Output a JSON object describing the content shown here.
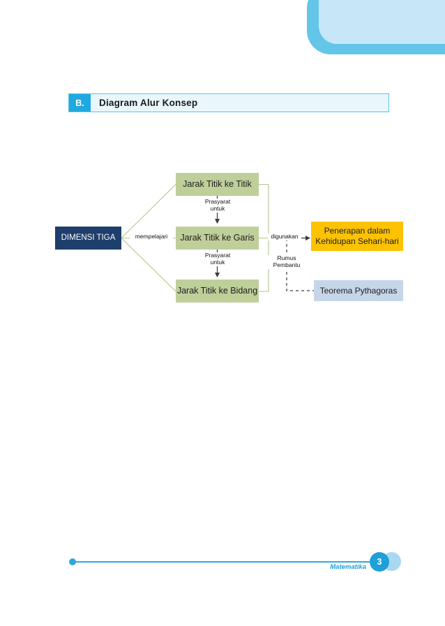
{
  "page": {
    "footer_label": "Matematika",
    "page_number": "3"
  },
  "section": {
    "letter": "B.",
    "title": "Diagram Alur Konsep"
  },
  "colors": {
    "accent_cyan": "#1FA9E0",
    "header_fill": "#E9F6FC",
    "header_border": "#5BC4E8",
    "deco_outer": "#63C6E9",
    "deco_inner": "#C7E7F8",
    "node_green": "#BFCF9A",
    "node_navy": "#1E3E6B",
    "node_orange": "#FDC302",
    "node_lightblue": "#C6D6E9",
    "connector_green": "#B5C48F",
    "connector_dark": "#333333",
    "footer_blue": "#2BA8DE",
    "footer_circle_back": "#A8D9F0"
  },
  "diagram": {
    "type": "flowchart",
    "title": "Diagram Alur Konsep",
    "nodes": [
      {
        "id": "dimensi",
        "label": "DIMENSI TIGA",
        "style": "navy"
      },
      {
        "id": "titik",
        "label": "Jarak Titik ke Titik",
        "style": "green"
      },
      {
        "id": "garis",
        "label": "Jarak Titik ke Garis",
        "style": "green"
      },
      {
        "id": "bidang",
        "label": "Jarak Titik ke Bidang",
        "style": "green"
      },
      {
        "id": "penerapan",
        "label": "Penerapan dalam Kehidupan Sehari-hari",
        "style": "orange"
      },
      {
        "id": "pythagoras",
        "label": "Teorema Pythagoras",
        "style": "lightblue"
      }
    ],
    "node_labels": {
      "dimensi": "DIMENSI TIGA",
      "titik": "Jarak Titik ke Titik",
      "garis": "Jarak Titik ke Garis",
      "bidang": "Jarak Titik ke Bidang",
      "penerapan_line1": "Penerapan dalam",
      "penerapan_line2": "Kehidupan Sehari-hari",
      "pythagoras": "Teorema Pythagoras"
    },
    "edges": [
      {
        "from": "dimensi",
        "to": "titik",
        "label": "mempelajari",
        "style": "solid-green"
      },
      {
        "from": "dimensi",
        "to": "garis",
        "label": "mempelajari",
        "style": "solid-green"
      },
      {
        "from": "dimensi",
        "to": "bidang",
        "label": "mempelajari",
        "style": "solid-green"
      },
      {
        "from": "titik",
        "to": "garis",
        "label": "Prasyarat untuk",
        "style": "arrow-down"
      },
      {
        "from": "garis",
        "to": "bidang",
        "label": "Prasyarat untuk",
        "style": "arrow-down"
      },
      {
        "from": "group",
        "to": "penerapan",
        "label": "digunakan",
        "style": "arrow-right"
      },
      {
        "from": "group",
        "to": "pythagoras",
        "label": "Rumus Pembantu",
        "style": "dashed"
      }
    ],
    "edge_labels": {
      "mempelajari": "mempelajari",
      "prasyarat_line1": "Prasyarat",
      "prasyarat_line2": "untuk",
      "digunakan": "digunakan",
      "rumus_line1": "Rumus",
      "rumus_line2": "Pembantu"
    }
  }
}
